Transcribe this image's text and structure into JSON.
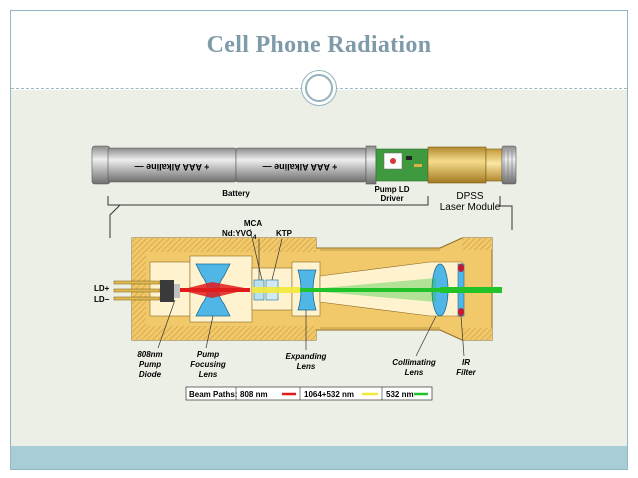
{
  "slide": {
    "title": "Cell Phone Radiation"
  },
  "diagram": {
    "batteries": [
      {
        "label": "+ AAA Alkaline —"
      },
      {
        "label": "+ AAA Alkaline —"
      }
    ],
    "labels": {
      "battery": "Battery",
      "pump_ld_driver_1": "Pump LD",
      "pump_ld_driver_2": "Driver",
      "dpss_1": "DPSS",
      "dpss_2": "Laser Module",
      "mca": "MCA",
      "ndyvo": "Nd:YVO",
      "ndyvo_sub": "4",
      "ktp": "KTP",
      "ld_plus": "LD+",
      "ld_minus": "LD−",
      "pump_diode_1": "808nm",
      "pump_diode_2": "Pump",
      "pump_diode_3": "Diode",
      "focusing_1": "Pump",
      "focusing_2": "Focusing",
      "focusing_3": "Lens",
      "expanding_1": "Expanding",
      "expanding_2": "Lens",
      "collimating_1": "Collimating",
      "collimating_2": "Lens",
      "ir_1": "IR",
      "ir_2": "Filter"
    },
    "legend": {
      "title": "Beam Paths:",
      "items": [
        {
          "label": "808 nm",
          "color": "#e01b1b"
        },
        {
          "label": "1064+532 nm",
          "color": "#f2e93a"
        },
        {
          "label": "532 nm",
          "color": "#22c22a"
        }
      ]
    },
    "colors": {
      "housing": "#f1c96b",
      "lens": "#4fb6e6",
      "beam_808": "#e01b1b",
      "beam_532": "#22c22a"
    }
  }
}
